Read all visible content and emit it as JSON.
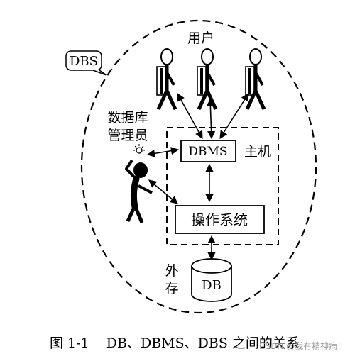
{
  "labels": {
    "dbs": "DBS",
    "users": "用户",
    "dba_line1": "数据库",
    "dba_line2": "管理员",
    "dbms": "DBMS",
    "host": "主机",
    "os": "操作系统",
    "storage_line1": "外",
    "storage_line2": "存",
    "db": "DB"
  },
  "caption": "图 1-1    DB、DBMS、DBS 之间的关系",
  "watermark": "CSDN @我有精神病!",
  "colors": {
    "ink": "#000000",
    "watermark": "#9a9a9a"
  }
}
